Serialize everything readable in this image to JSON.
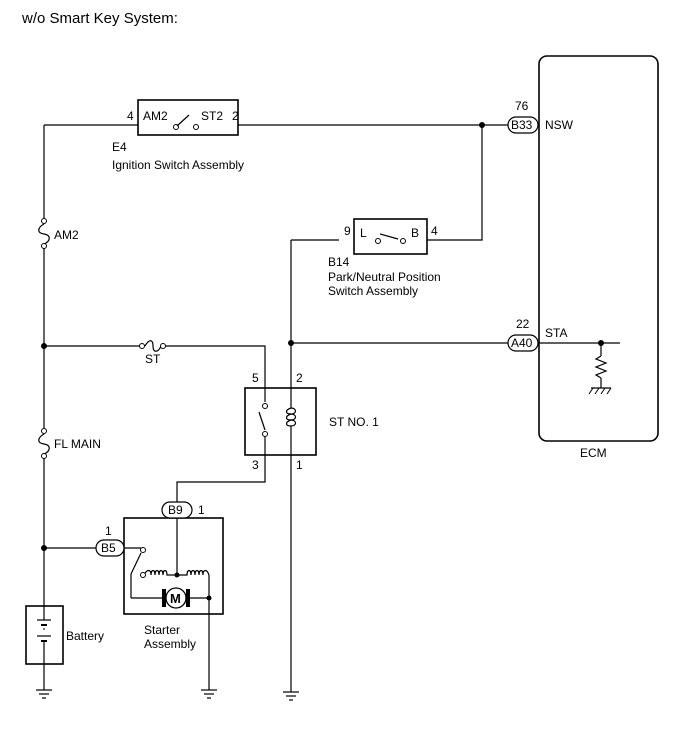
{
  "title": "w/o Smart Key System:",
  "ignition_switch": {
    "code": "E4",
    "name": "Ignition Switch Assembly",
    "pin_left": "4",
    "pin_right": "2",
    "term_left": "AM2",
    "term_right": "ST2"
  },
  "pnp_switch": {
    "code": "B14",
    "name_line1": "Park/Neutral Position",
    "name_line2": "Switch Assembly",
    "pin_left": "9",
    "pin_right": "4",
    "term_left": "L",
    "term_right": "B"
  },
  "relay": {
    "name": "ST NO. 1",
    "pin_tl": "5",
    "pin_tr": "2",
    "pin_bl": "3",
    "pin_br": "1"
  },
  "fuses": {
    "am2": "AM2",
    "st": "ST",
    "fl_main": "FL MAIN"
  },
  "ecm": {
    "name": "ECM",
    "nsw_pin": "76",
    "nsw_connector": "B33",
    "nsw_label": "NSW",
    "sta_pin": "22",
    "sta_connector": "A40",
    "sta_label": "STA"
  },
  "starter": {
    "name_line1": "Starter",
    "name_line2": "Assembly",
    "b9_connector": "B9",
    "b9_pin": "1",
    "b5_connector": "B5",
    "b5_pin": "1",
    "motor_symbol": "M"
  },
  "battery": {
    "name": "Battery"
  }
}
